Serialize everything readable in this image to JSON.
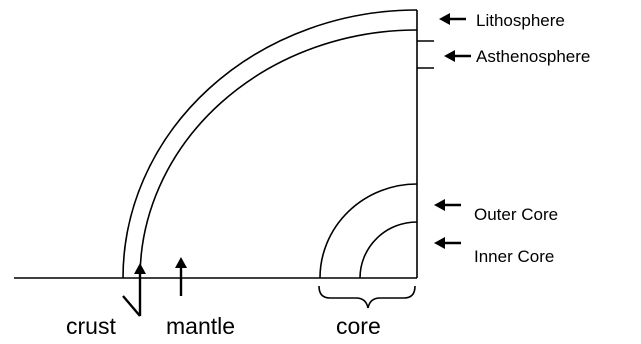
{
  "labels": {
    "lithosphere": "Lithosphere",
    "asthenosphere": "Asthenosphere",
    "outer_core": "Outer Core",
    "inner_core": "Inner Core",
    "crust": "crust",
    "mantle": "mantle",
    "core": "core"
  }
}
